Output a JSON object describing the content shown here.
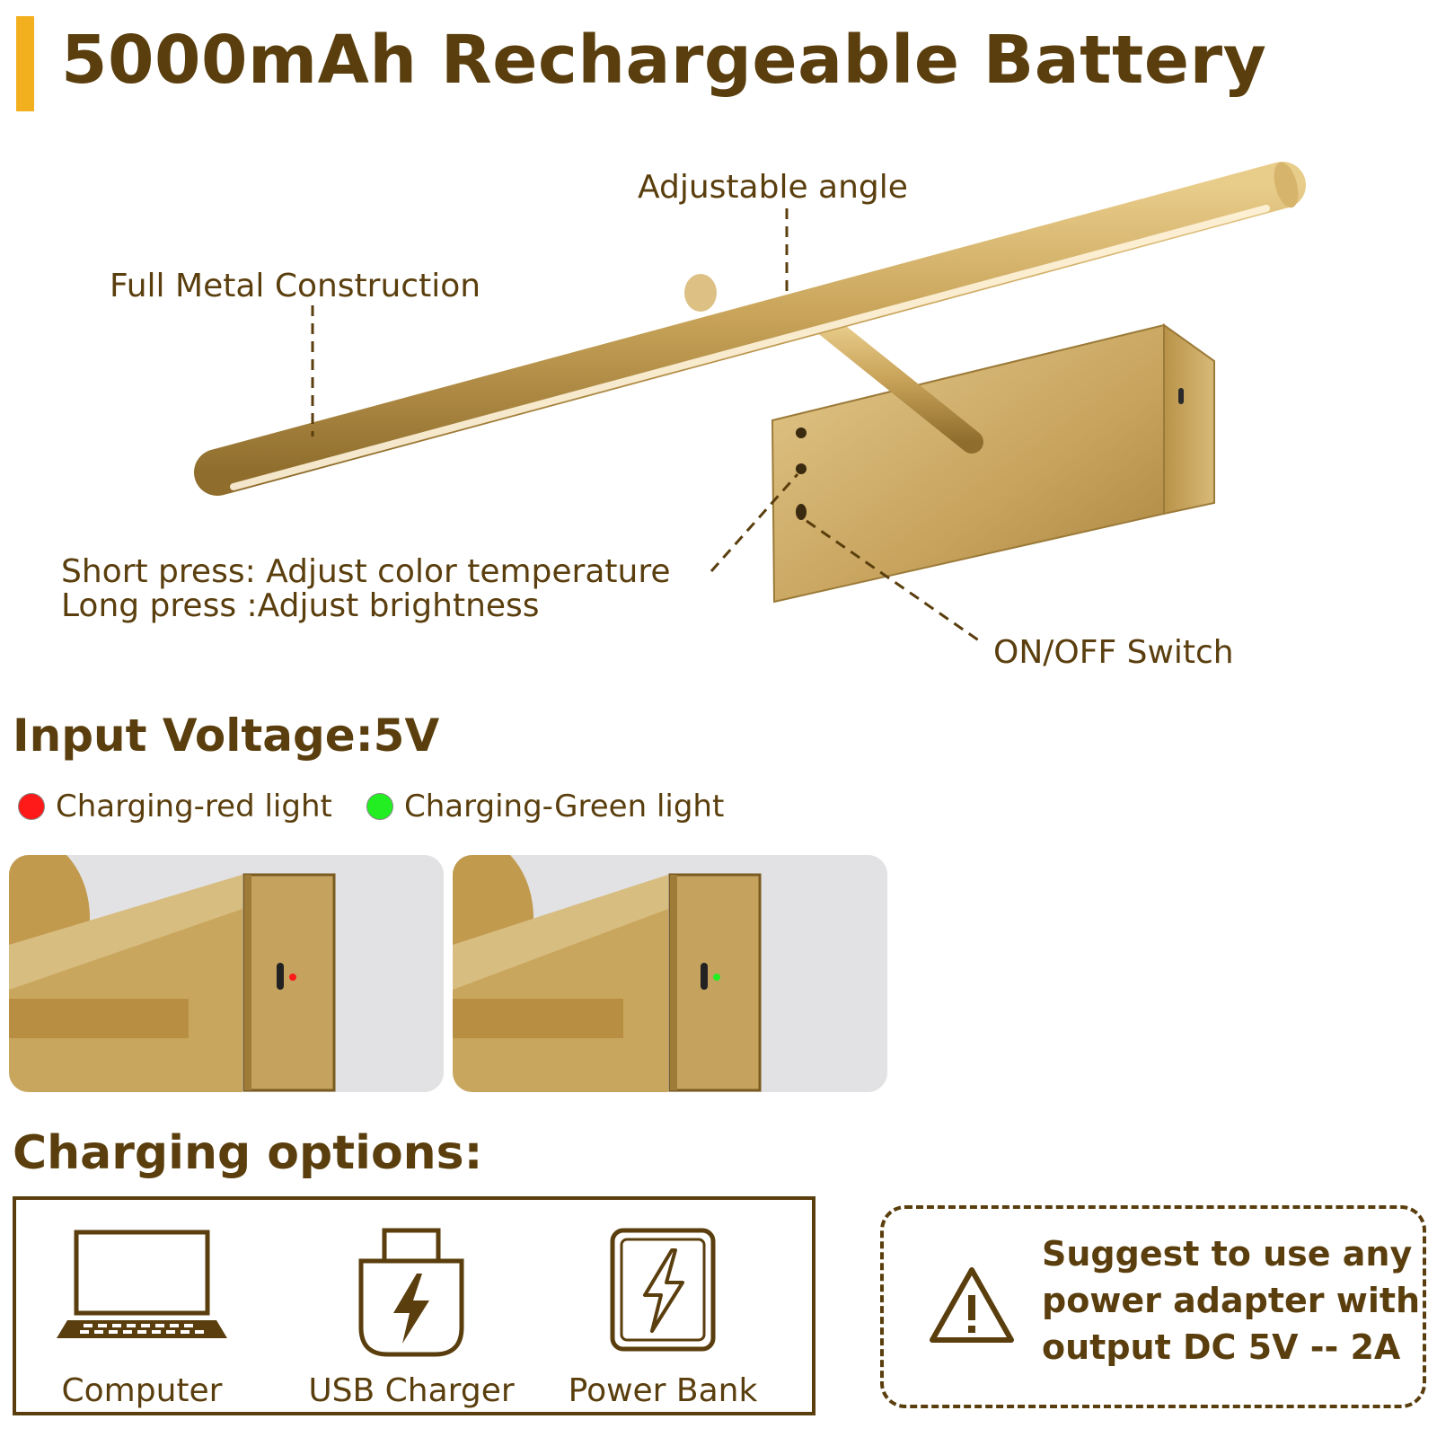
{
  "header": {
    "title": "5000mAh Rechargeable Battery",
    "accent_color": "#f2b01e"
  },
  "callouts": {
    "adjustable_angle": "Adjustable angle",
    "full_metal": "Full Metal Construction",
    "short_press": "Short press: Adjust color temperature",
    "long_press": "Long press :Adjust brightness",
    "on_off": "ON/OFF Switch"
  },
  "voltage": {
    "label": "Input Voltage:5V"
  },
  "indicators": [
    {
      "label": "Charging-red light",
      "color": "#ff1a1a"
    },
    {
      "label": "Charging-Green light",
      "color": "#22ee22"
    }
  ],
  "charging": {
    "title": "Charging options:",
    "options": [
      {
        "label": "Computer",
        "icon": "laptop-icon"
      },
      {
        "label": "USB Charger",
        "icon": "usb-charger-icon"
      },
      {
        "label": "Power Bank",
        "icon": "power-bank-icon"
      }
    ]
  },
  "tip": {
    "icon": "warning-icon",
    "lines": [
      "Suggest to use any",
      "power adapter with",
      "output DC 5V -- 2A"
    ]
  },
  "colors": {
    "text": "#5a3e0d",
    "brass": "#c9a45a"
  }
}
